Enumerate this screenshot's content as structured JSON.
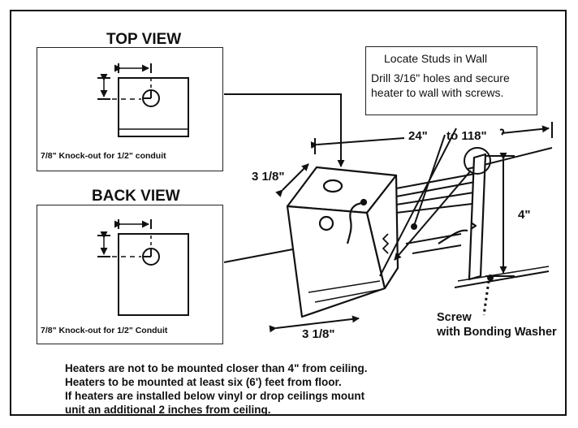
{
  "top_view": {
    "title": "TOP VIEW",
    "caption": "7/8\" Knock-out for 1/2\" conduit"
  },
  "back_view": {
    "title": "BACK VIEW",
    "caption": "7/8\" Knock-out for 1/2\" Conduit"
  },
  "callout": {
    "title": "Locate Studs in Wall",
    "body": "Drill 3/16\" holes and secure heater to wall with screws."
  },
  "dimensions": {
    "span_start": "24\"",
    "span_end": "to 118\"",
    "depth": "3 1/8\"",
    "width": "3 1/8\"",
    "height": "4\""
  },
  "screw_label": {
    "line1": "Screw",
    "line2": "with Bonding Washer"
  },
  "notes": [
    "Heaters are not to be mounted closer than 4\" from ceiling.",
    "Heaters to be mounted at least six (6') feet from floor.",
    "If heaters are installed below vinyl or drop ceilings mount",
    "unit an additional 2 inches from ceiling."
  ]
}
